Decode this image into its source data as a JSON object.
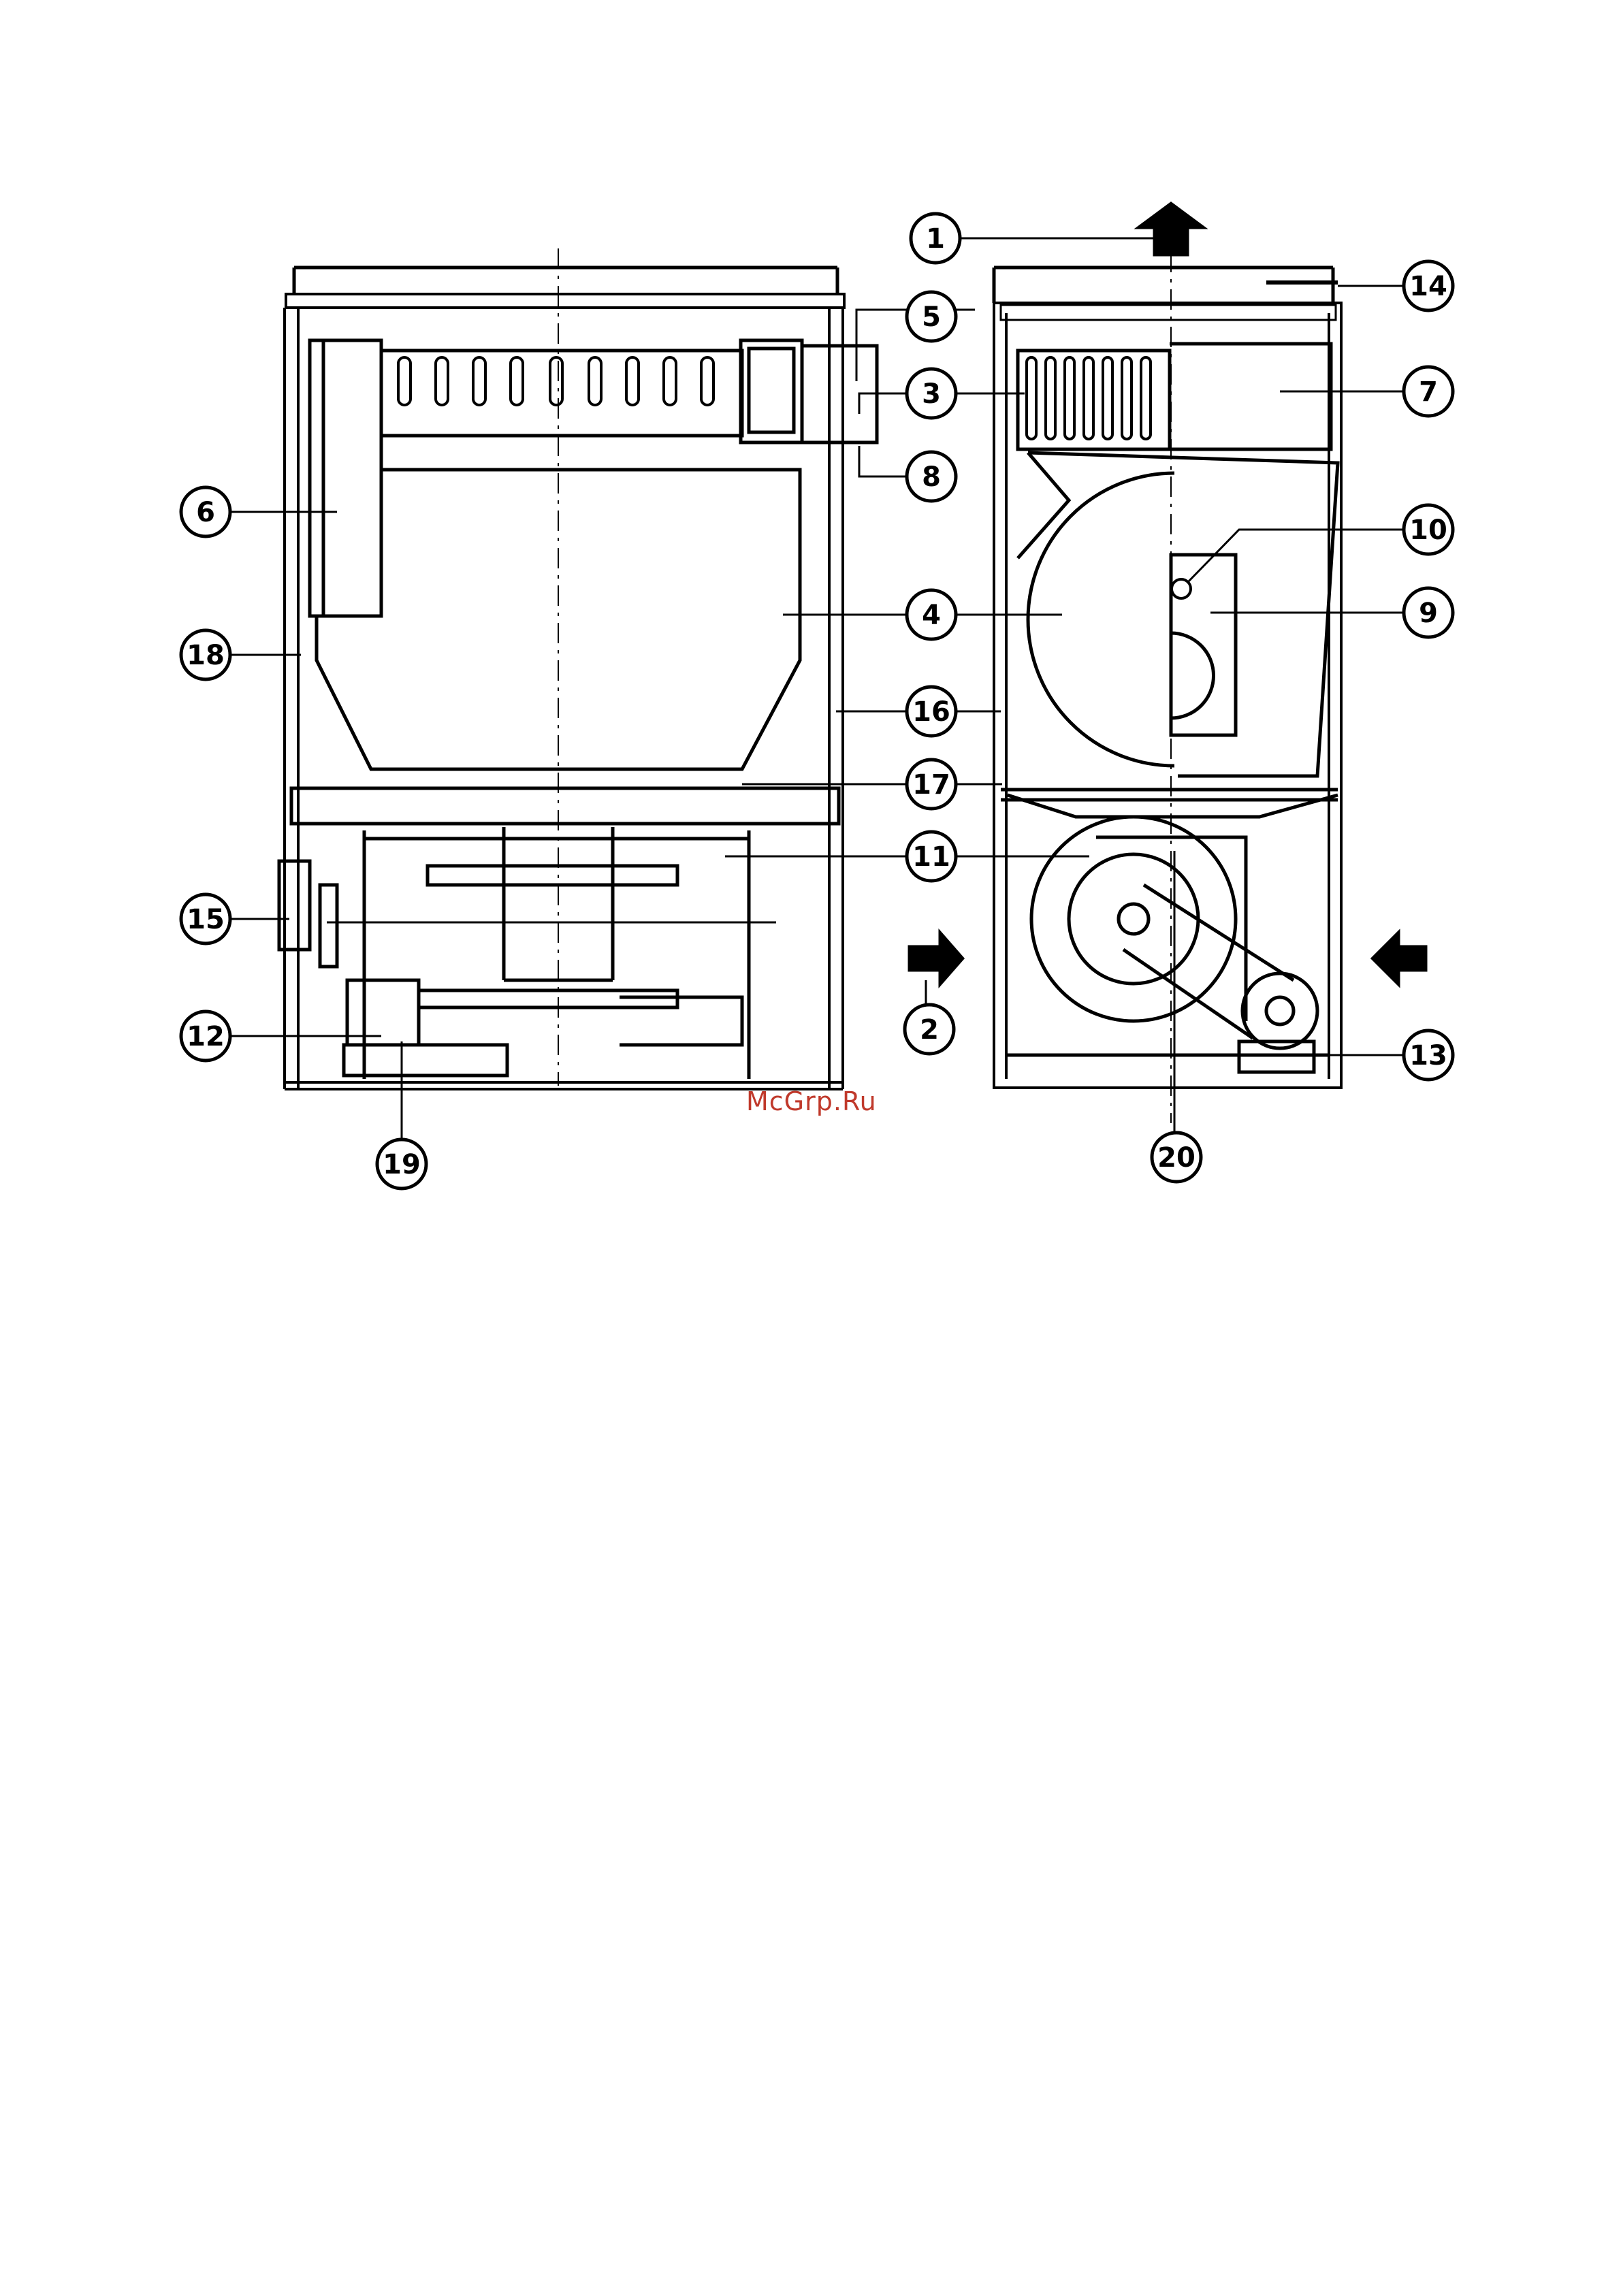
{
  "watermark": "McGrp.Ru",
  "colors": {
    "ink": "#000000",
    "watermark": "#c0392b",
    "paper": "#ffffff"
  },
  "callouts": [
    {
      "id": "1",
      "label": "1"
    },
    {
      "id": "2",
      "label": "2"
    },
    {
      "id": "3",
      "label": "3"
    },
    {
      "id": "4",
      "label": "4"
    },
    {
      "id": "5",
      "label": "5"
    },
    {
      "id": "6",
      "label": "6"
    },
    {
      "id": "7",
      "label": "7"
    },
    {
      "id": "8",
      "label": "8"
    },
    {
      "id": "9",
      "label": "9"
    },
    {
      "id": "10",
      "label": "10"
    },
    {
      "id": "11",
      "label": "11"
    },
    {
      "id": "12",
      "label": "12"
    },
    {
      "id": "13",
      "label": "13"
    },
    {
      "id": "14",
      "label": "14"
    },
    {
      "id": "15",
      "label": "15"
    },
    {
      "id": "16",
      "label": "16"
    },
    {
      "id": "17",
      "label": "17"
    },
    {
      "id": "18",
      "label": "18"
    },
    {
      "id": "19",
      "label": "19"
    },
    {
      "id": "20",
      "label": "20"
    }
  ]
}
